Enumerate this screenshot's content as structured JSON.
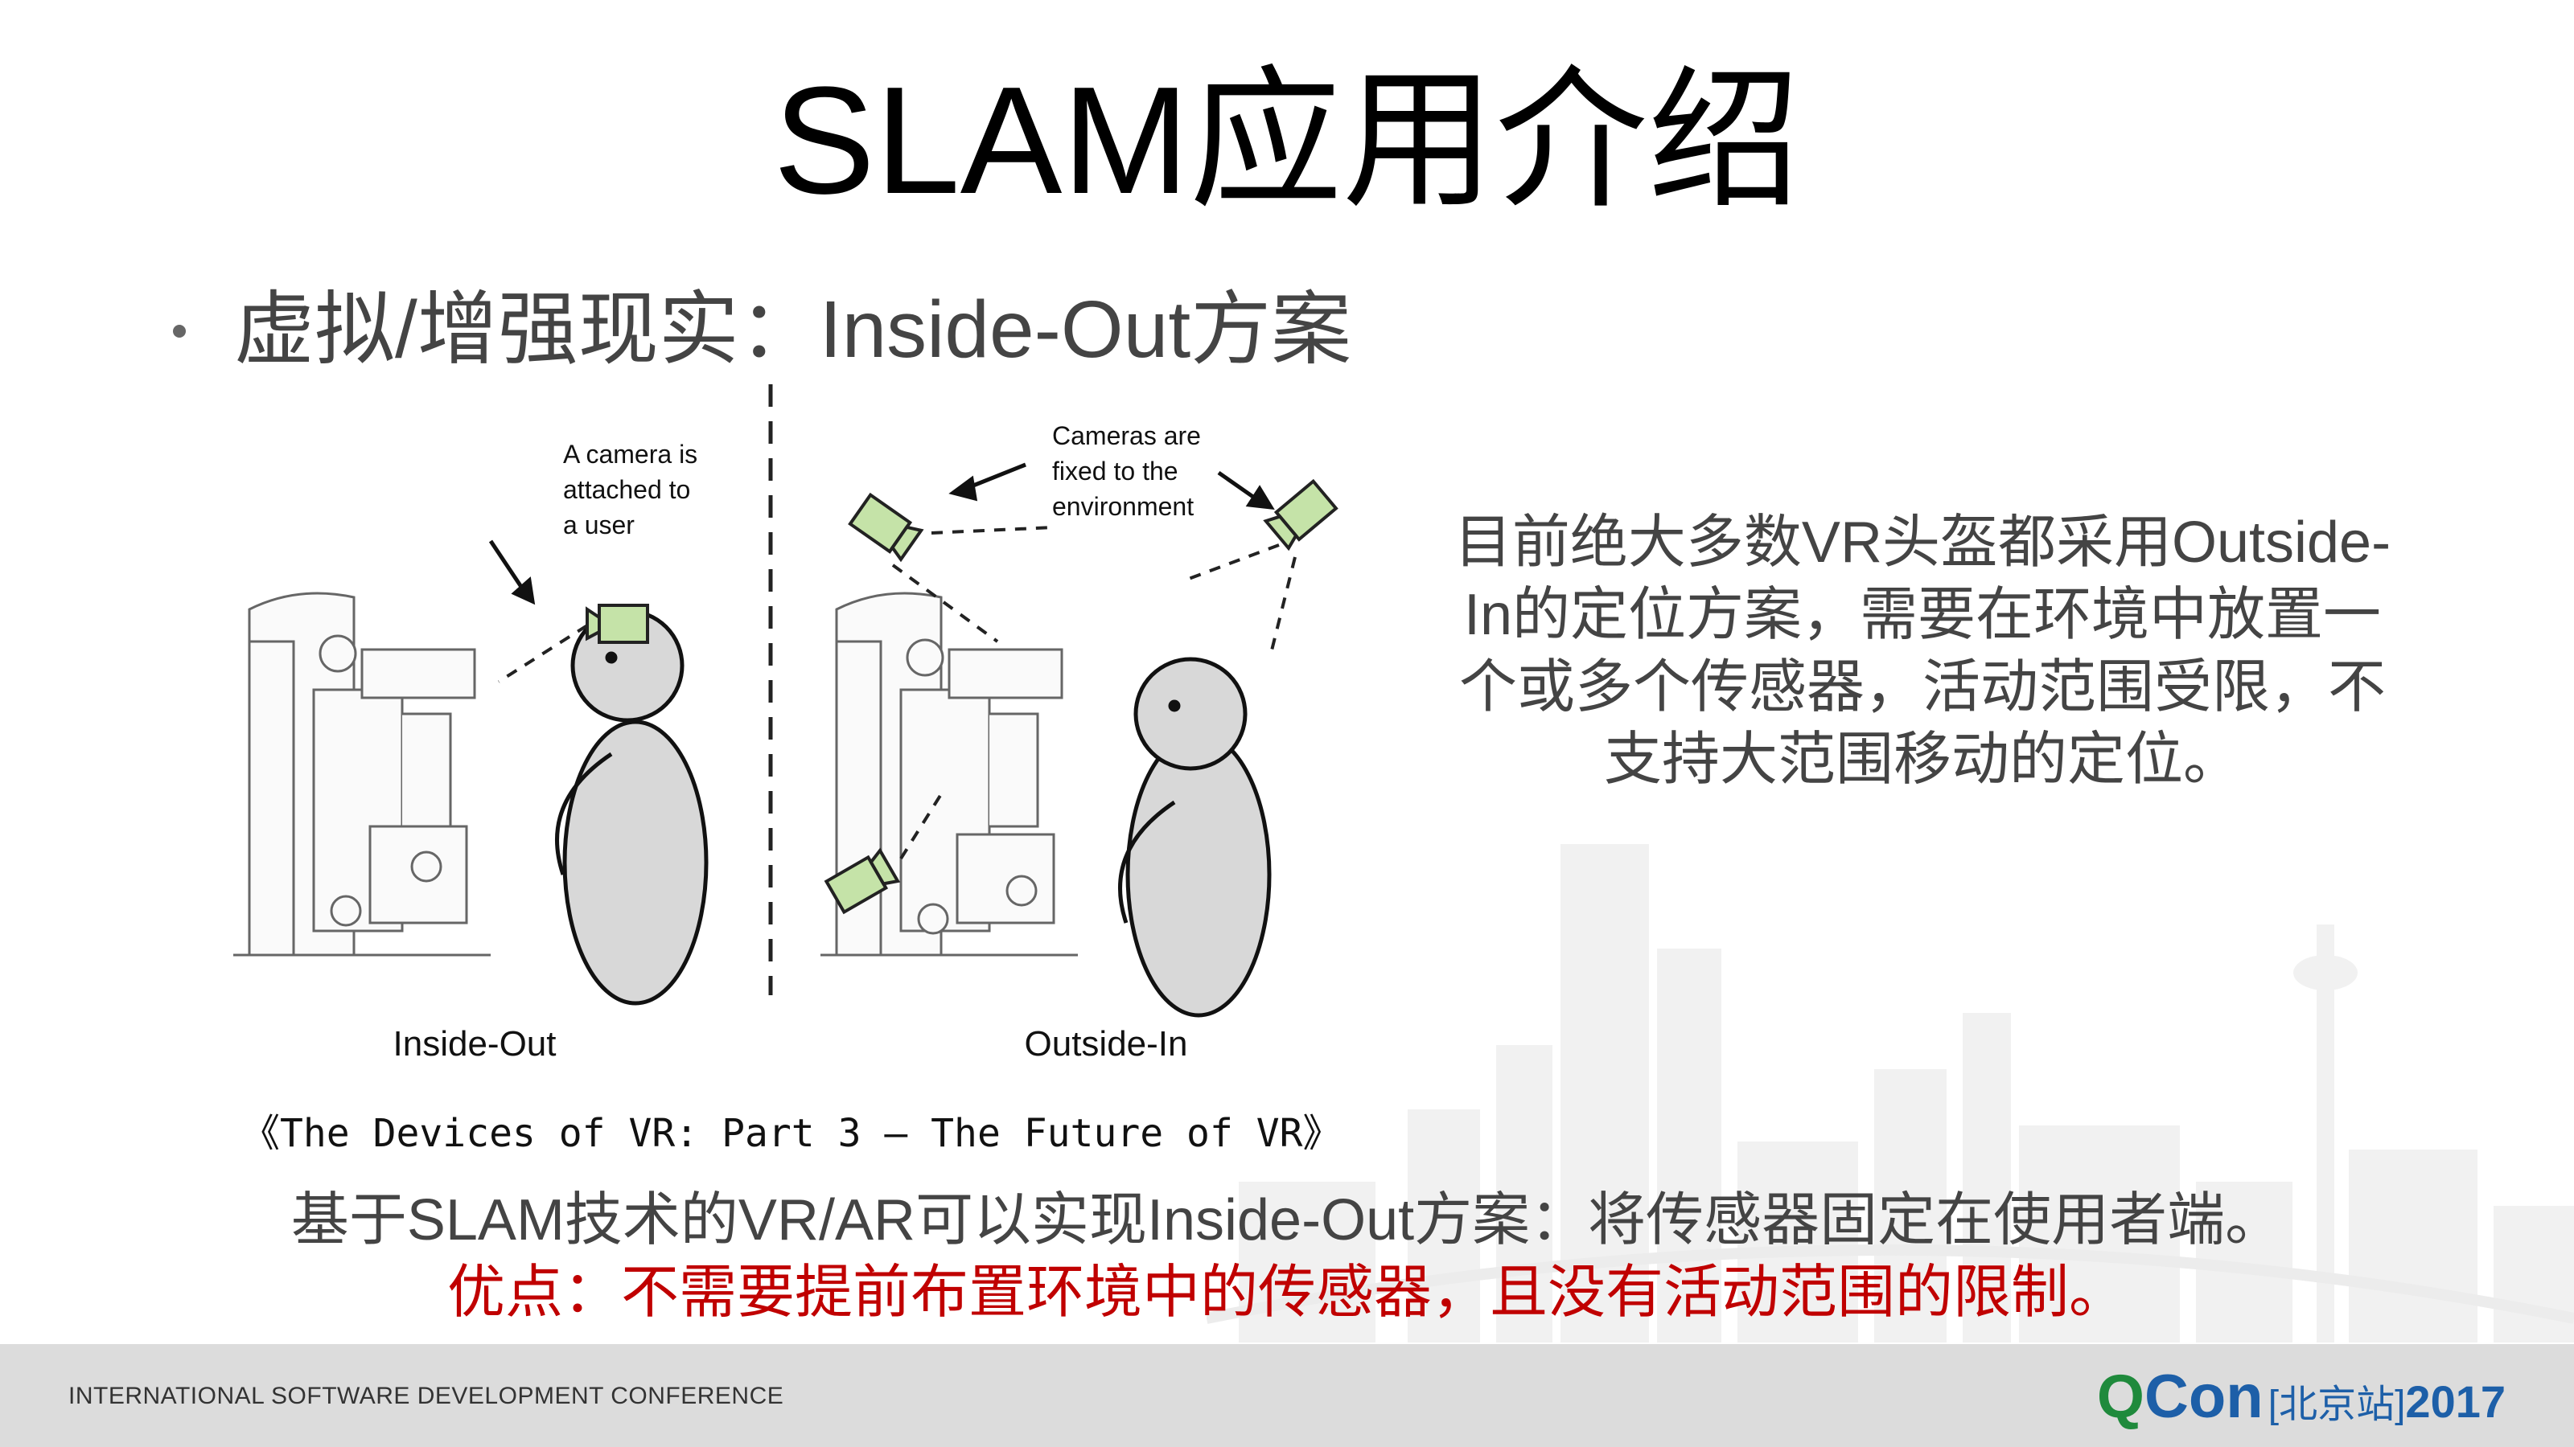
{
  "slide": {
    "title": "SLAM应用介绍",
    "bullet": "虚拟/增强现实：Inside-Out方案",
    "description": "目前绝大多数VR头盔都采用Outside-In的定位方案，需要在环境中放置一个或多个传感器，活动范围受限，不支持大范围移动的定位。",
    "summary_line": "基于SLAM技术的VR/AR可以实现Inside-Out方案：将传感器固定在使用者端。",
    "advantage_line": "优点：不需要提前布置环境中的传感器，且没有活动范围的限制。"
  },
  "figure": {
    "left_annotation": [
      "A camera is",
      "attached to",
      "a user"
    ],
    "right_annotation": [
      "Cameras are",
      "fixed to the",
      "environment"
    ],
    "left_label": "Inside-Out",
    "right_label": "Outside-In",
    "caption": "《The Devices of VR: Part 3 – The Future of VR》",
    "camera_color": "#c5e3a8"
  },
  "footer": {
    "conference": "INTERNATIONAL SOFTWARE DEVELOPMENT CONFERENCE",
    "logo_q": "Q",
    "logo_con": "Con",
    "logo_sub": "[北京站]",
    "logo_year": "2017"
  }
}
